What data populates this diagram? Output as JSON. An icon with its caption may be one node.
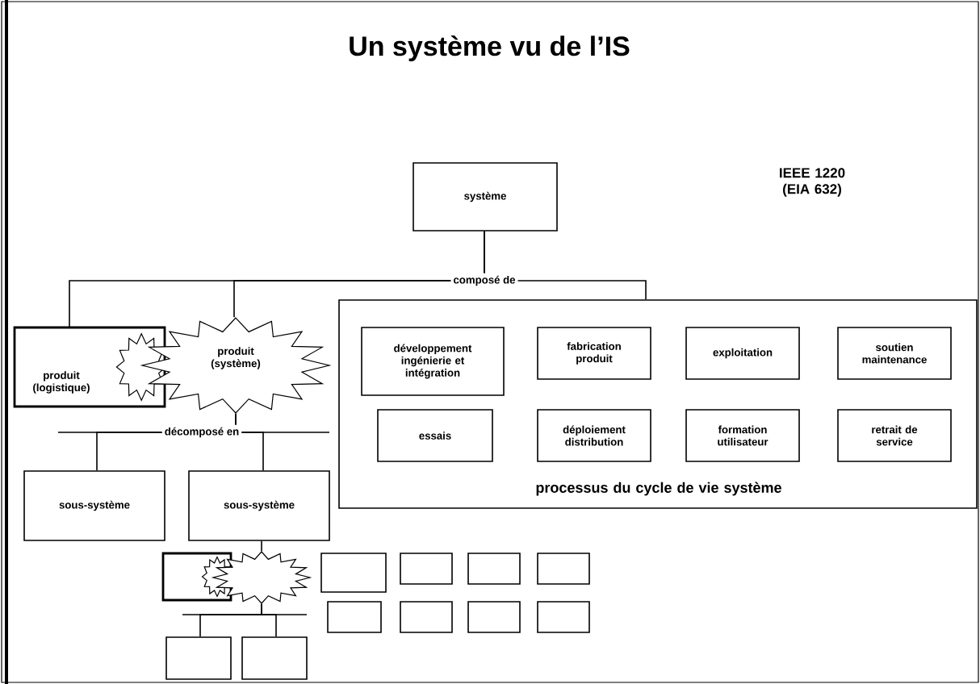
{
  "diagram": {
    "title": "Un système vu de l’IS",
    "nodes": [
      {
        "text": [
          "système"
        ]
      },
      {
        "text": [
          "produit (logistique)"
        ]
      },
      {
        "text": [
          "produit (système)"
        ]
      },
      {
        "text": [
          "processus du cycle de vie système"
        ]
      },
      {
        "text": [
          "développement ingénierie et intégration"
        ],
        "in": 3
      },
      {
        "text": [
          "fabrication produit"
        ],
        "in": 3
      },
      {
        "text": [
          "exploitation"
        ],
        "in": 3
      },
      {
        "text": [
          "soutien maintenance"
        ],
        "in": 3
      },
      {
        "text": [
          "essais"
        ],
        "in": 3
      },
      {
        "text": [
          "déploiement distribution"
        ],
        "in": 3
      },
      {
        "text": [
          "formation utilisateur"
        ],
        "in": 3
      },
      {
        "text": [
          "retrait de service"
        ],
        "in": 3
      },
      {
        "text": [
          "sous-système"
        ]
      },
      {
        "text": [
          "sous-système"
        ]
      },
      {
        "text": [],
        "shape": "box"
      },
      {
        "text": [],
        "shape": "star"
      },
      {
        "text": [],
        "shape": "box"
      },
      {
        "text": [],
        "shape": "box"
      },
      {
        "text": [],
        "shape": "box"
      },
      {
        "text": [],
        "shape": "box"
      },
      {
        "text": [],
        "shape": "box"
      },
      {
        "text": [],
        "shape": "box"
      },
      {
        "text": [],
        "shape": "box"
      },
      {
        "text": [],
        "shape": "box"
      },
      {
        "text": [],
        "shape": "box"
      },
      {
        "text": [],
        "shape": "box"
      }
    ],
    "edges": [
      {
        "from": 0,
        "to": 1,
        "arrow": "none"
      },
      {
        "from": 0,
        "to": 2,
        "arrow": "none"
      },
      {
        "from": 0,
        "to": 3,
        "arrow": "none",
        "label": "composé de"
      },
      {
        "from": 2,
        "to": 12,
        "arrow": "none",
        "label": "décomposé en"
      },
      {
        "from": 2,
        "to": 13,
        "arrow": "none"
      },
      {
        "from": 13,
        "to": 15,
        "arrow": "none"
      },
      {
        "from": 15,
        "to": 16,
        "arrow": "none"
      },
      {
        "from": 15,
        "to": 17,
        "arrow": "none"
      }
    ],
    "labels": [
      "IEEE 1220 (EIA 632)"
    ]
  }
}
